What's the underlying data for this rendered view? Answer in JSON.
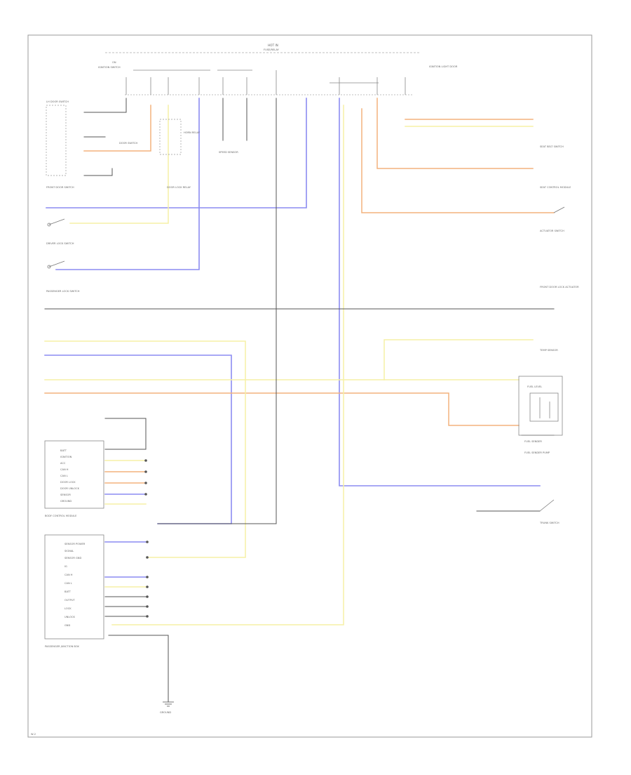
{
  "colors": {
    "blue": "#8c8cf2",
    "orange": "#f3b27d",
    "yellow": "#f5f0a6",
    "gray": "#555555",
    "black": "#333333",
    "frame": "#9a9a9a"
  },
  "header": {
    "code": "HOT IN",
    "subtitle": "FUSE/RELAY"
  },
  "top_left": {
    "label": "ON",
    "sub": "IGNITION SWITCH"
  },
  "top_right": {
    "label": "IGNITION LIGHT DOOR"
  },
  "left_components": [
    {
      "label": "LH DOOR SWITCH"
    },
    {
      "label": "DOOR SWITCH"
    },
    {
      "label": "FRONT DOOR SWITCH"
    },
    {
      "label": "DRIVER LOCK SWITCH"
    },
    {
      "label": "PASSENGER LOCK SWITCH"
    }
  ],
  "center_components": [
    {
      "label": "HORN RELAY"
    },
    {
      "label": "DOOR LOCK RELAY"
    },
    {
      "label": "SPEED SENSOR"
    }
  ],
  "right_components": [
    {
      "label": "SEAT BELT SWITCH"
    },
    {
      "label": "SEAT CONTROL MODULE"
    },
    {
      "label": "ACTUATOR SWITCH"
    },
    {
      "label": "FRONT DOOR LOCK ACTUATOR"
    },
    {
      "label": "TEMP SENSOR"
    },
    {
      "label": "FUEL LEVEL"
    },
    {
      "label": "FUEL SENDER"
    },
    {
      "label": "FUEL SENDER PUMP"
    },
    {
      "label": "TRUNK SWITCH"
    }
  ],
  "lower_left_modules": [
    {
      "label": "BODY CONTROL MODULE",
      "pins": [
        "BATT",
        "IGNITION",
        "ACC",
        "CAN H",
        "CAN L",
        "DOOR LOCK",
        "DOOR UNLOCK",
        "SENSOR",
        "GROUND"
      ]
    },
    {
      "label": "PASSENGER JUNCTION BOX",
      "pins": [
        "SENSOR POWER",
        "SIGNAL",
        "SENSOR GND",
        "IG",
        "CAN H",
        "CAN L",
        "BATT",
        "OUTPUT",
        "LOCK",
        "UNLOCK",
        "GND"
      ]
    }
  ],
  "ground": {
    "label": "GROUND"
  },
  "footer": {
    "code": "W-2"
  }
}
